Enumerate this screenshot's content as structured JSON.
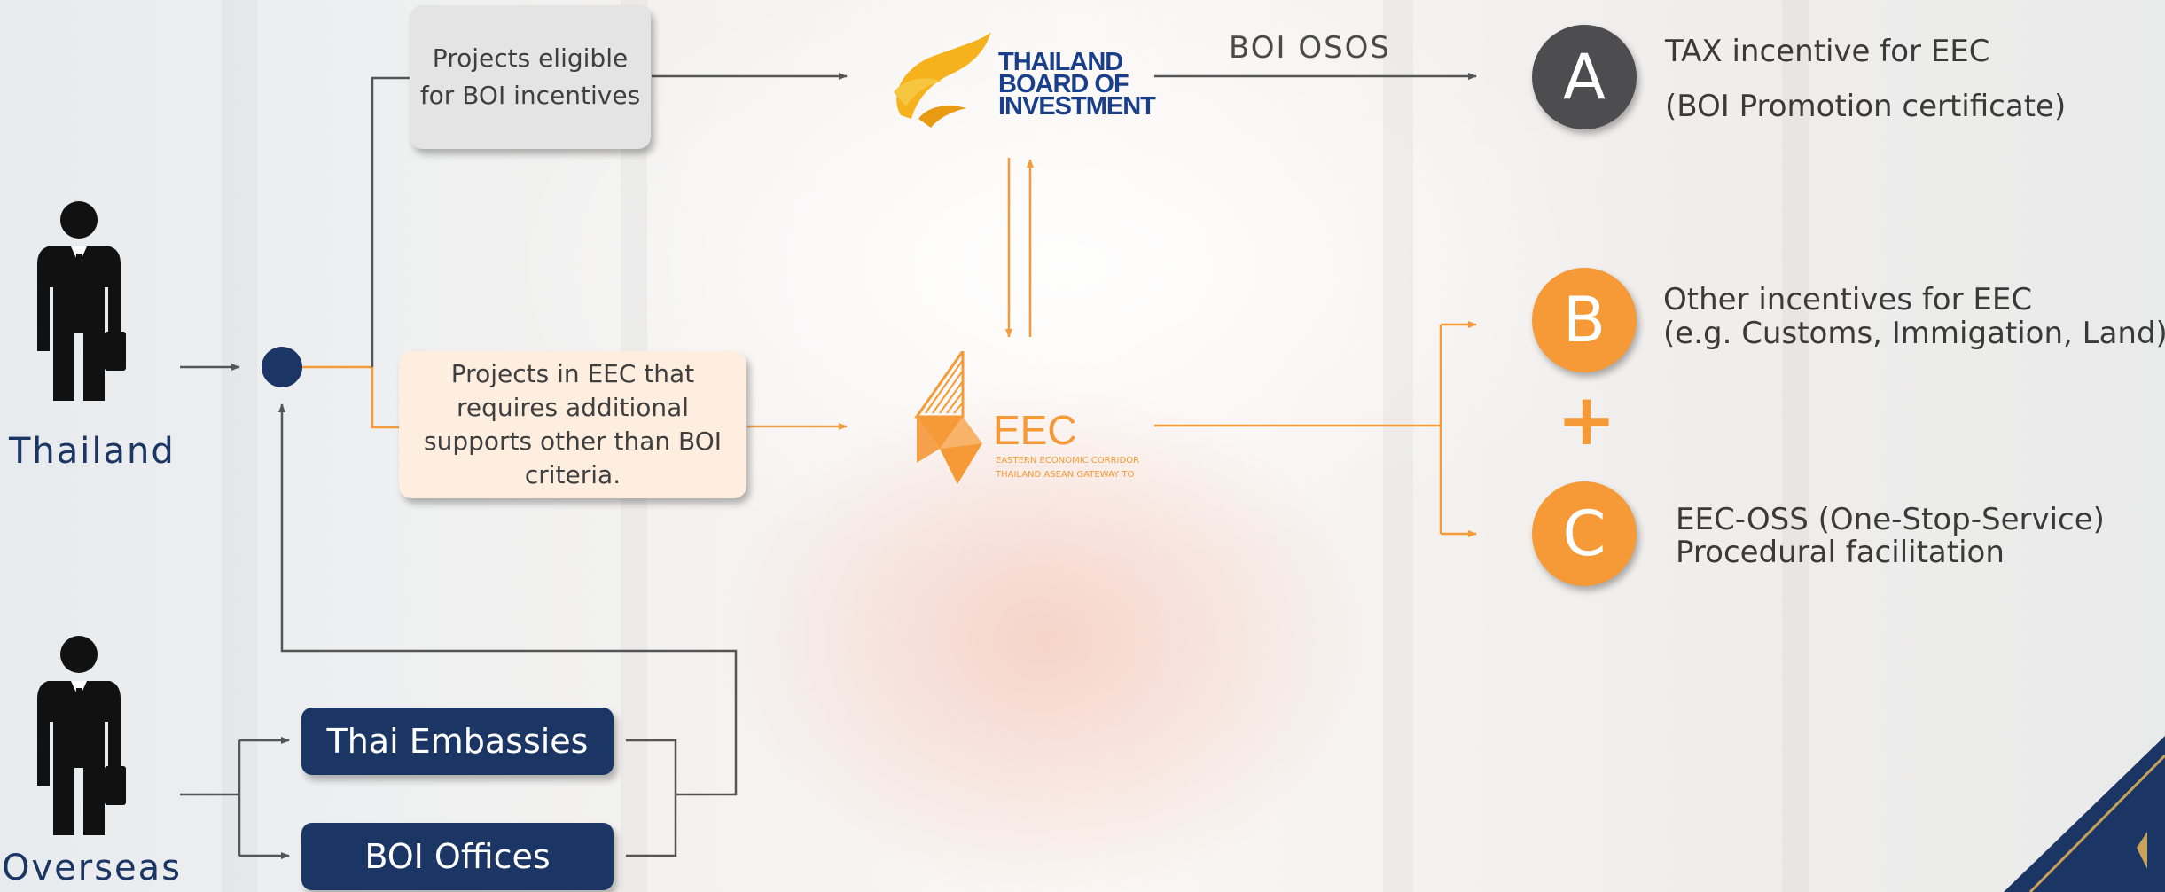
{
  "persons": {
    "thailand_label": "Thailand",
    "overseas_label": "Overseas"
  },
  "boxes": {
    "boi_eligible": "Projects eligible for BOI incentives",
    "eec_projects": "Projects in EEC that requires additional supports other than BOI criteria.",
    "thai_embassies": "Thai Embassies",
    "boi_offices": "BOI Offices"
  },
  "logos": {
    "boi": {
      "line1": "THAILAND",
      "line2": "BOARD OF",
      "line3": "INVESTMENT"
    },
    "eec": {
      "title": "EEC",
      "sub1": "EASTERN ECONOMIC CORRIDOR",
      "sub2": "THAILAND ASEAN GATEWAY TO"
    }
  },
  "arrow_label": "BOI OSOS",
  "outcomes": {
    "a": {
      "letter": "A",
      "line1": "TAX incentive for EEC",
      "line2": "(BOI Promotion certificate)"
    },
    "b": {
      "letter": "B",
      "line1": "Other incentives for EEC",
      "line2": "(e.g. Customs, Immigation, Land)"
    },
    "plus": "+",
    "c": {
      "letter": "C",
      "line1": "EEC-OSS (One-Stop-Service)",
      "line2": "Procedural facilitation"
    }
  },
  "colors": {
    "navy": "#1b3564",
    "orange": "#f59a36",
    "dark_grey": "#4d4d4f",
    "line_grey": "#555555"
  },
  "icons": [
    "businessman-icon",
    "boi-logo",
    "eec-logo"
  ]
}
